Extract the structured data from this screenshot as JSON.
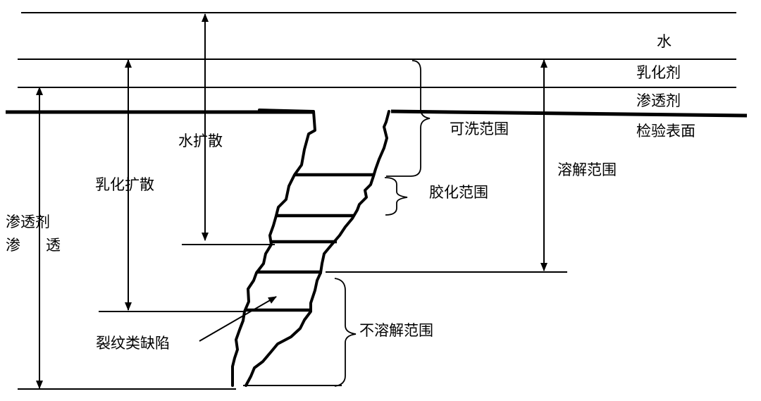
{
  "layers": {
    "water": "水",
    "emulsifier": "乳化剂",
    "penetrant": "渗透剂",
    "surface": "检验表面"
  },
  "labels": {
    "water_diffusion": "水扩散",
    "emulsion_diffusion": "乳化扩散",
    "penetrant_penetration_1": "渗透剂",
    "penetrant_penetration_2a": "渗",
    "penetrant_penetration_2b": "透",
    "crack_defect": "裂纹类缺陷"
  },
  "ranges": {
    "washable": "可洗范围",
    "gelled": "胶化范围",
    "dissolved": "溶解范围",
    "undissolved": "不溶解范围"
  }
}
